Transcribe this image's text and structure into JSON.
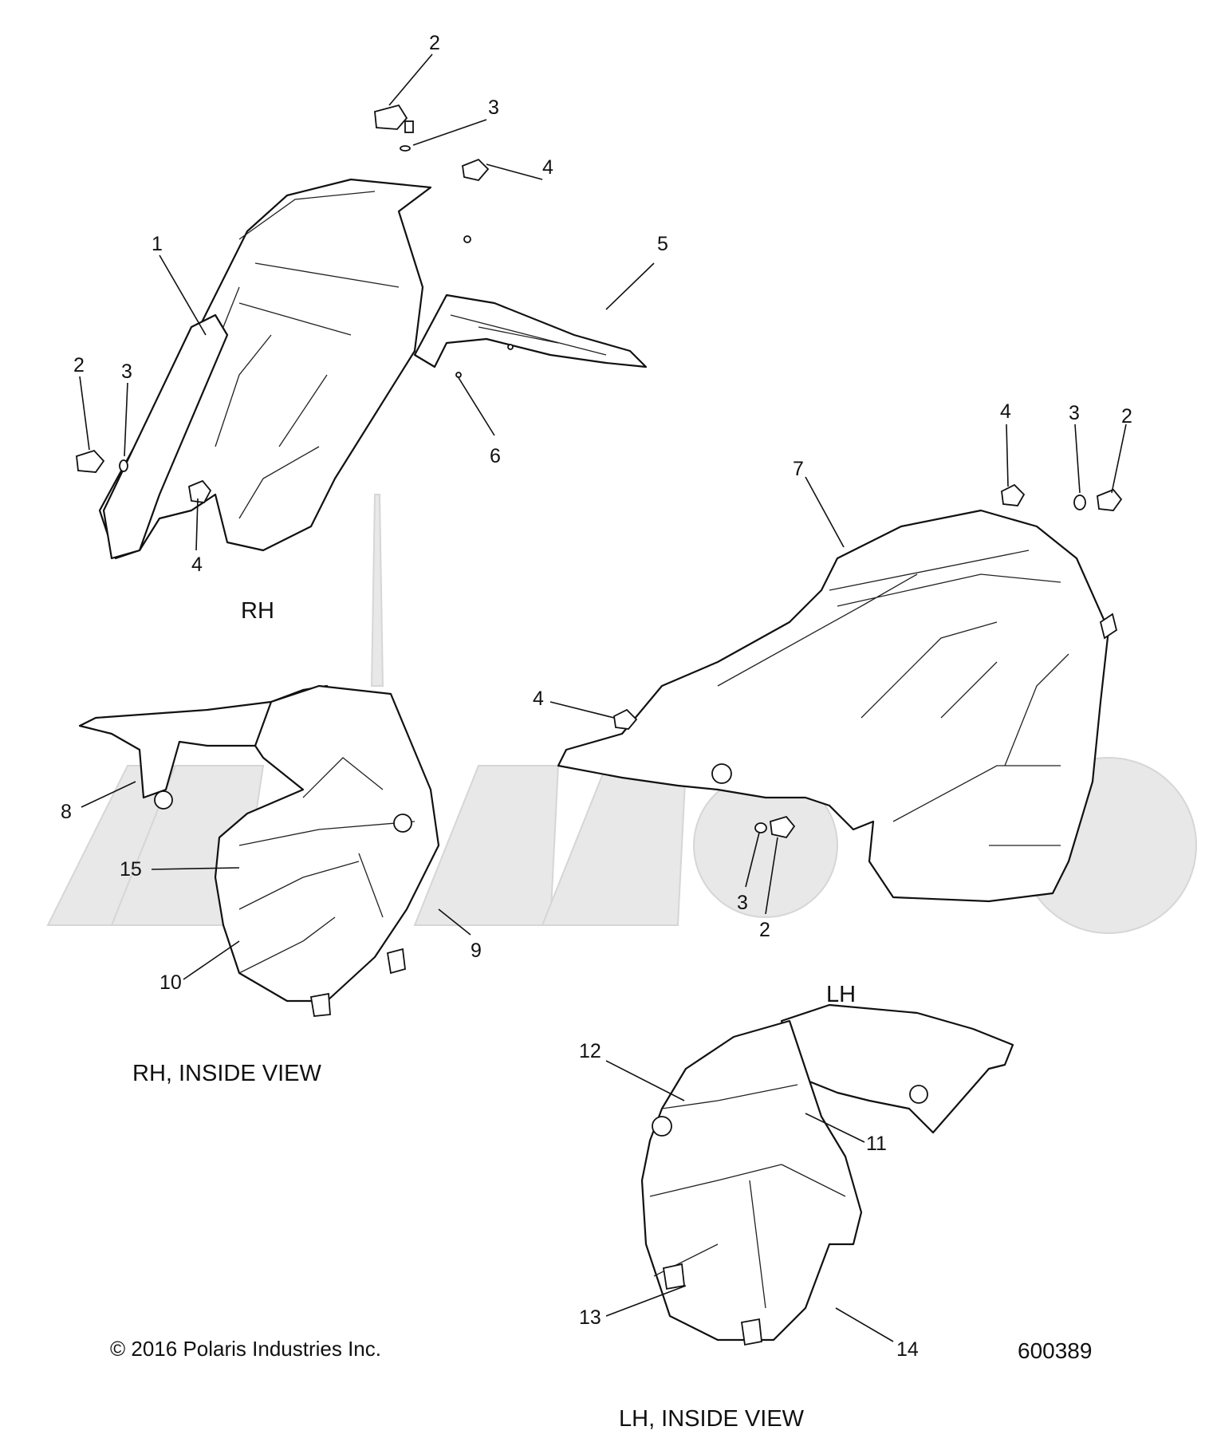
{
  "diagram": {
    "views": {
      "rh": "RH",
      "lh": "LH",
      "rh_inside": "RH, INSIDE VIEW",
      "lh_inside": "LH, INSIDE VIEW"
    },
    "callouts": {
      "c1": "1",
      "c2a": "2",
      "c3a": "3",
      "c4a": "4",
      "c5": "5",
      "c6": "6",
      "c2b": "2",
      "c3b": "3",
      "c4b": "4",
      "c4c": "4",
      "c3c": "3",
      "c2c": "2",
      "c7": "7",
      "c4d": "4",
      "c3d": "3",
      "c2d": "2",
      "c8": "8",
      "c15": "15",
      "c9": "9",
      "c10": "10",
      "c12": "12",
      "c11": "11",
      "c13": "13",
      "c14": "14"
    },
    "copyright": "© 2016 Polaris Industries Inc.",
    "figure_id": "600389"
  }
}
